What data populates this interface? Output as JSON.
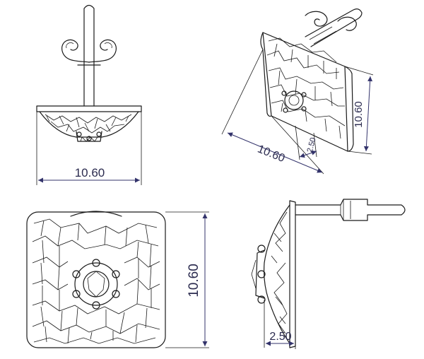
{
  "dimensions": {
    "front_width": "10.60",
    "iso_width": "10.60",
    "iso_height": "10.60",
    "iso_depth": "2.50",
    "top_height": "10.60",
    "side_depth": "2.50"
  },
  "colors": {
    "line": "#1a1a1a",
    "dimension": "#33336b",
    "background": "#ffffff"
  }
}
